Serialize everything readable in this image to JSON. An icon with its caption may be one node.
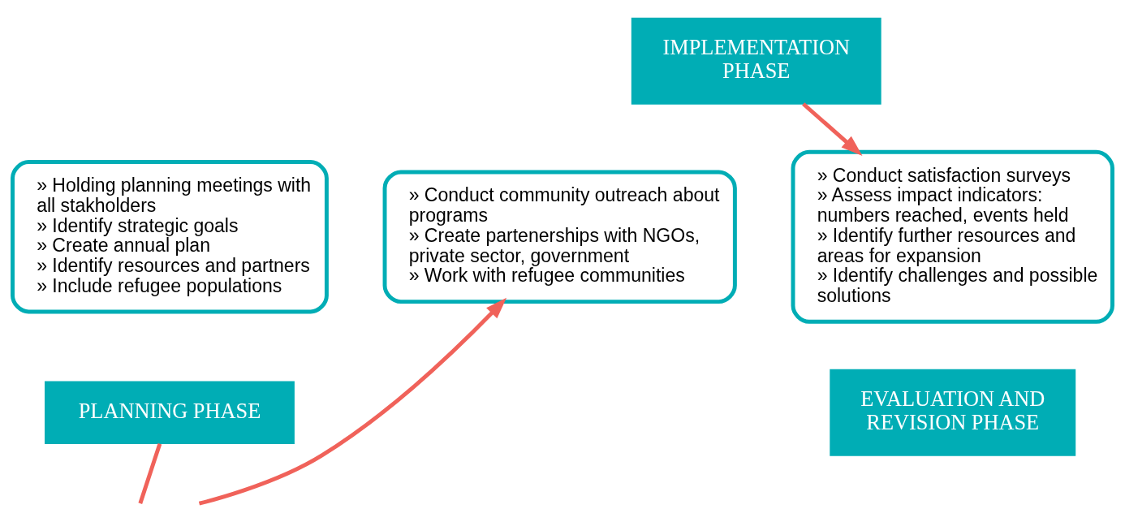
{
  "diagram": {
    "nodes": [
      {
        "text": [
          "» Holding planning meetings with all stakholders",
          "» Identify strategic goals",
          "» Create annual plan",
          "» Identify resources and partners",
          "» Include refugee populations"
        ]
      },
      {
        "text": [
          "PLANNING PHASE"
        ]
      },
      {
        "text": [
          "» Conduct community outreach about programs",
          "» Create partenerships with NGOs, private sector, government",
          "» Work with refugee communities"
        ]
      },
      {
        "text": [
          "IMPLEMENTATION PHASE"
        ]
      },
      {
        "text": [
          "» Conduct satisfaction surveys",
          "» Assess impact indicators: numbers reached, events held",
          "» Identify further resources and areas for expansion",
          "» Identify challenges and possible solutions"
        ]
      },
      {
        "text": [
          "EVALUATION AND REVISION PHASE"
        ]
      }
    ],
    "edges": [
      {
        "from": 1,
        "to": null,
        "arrow": "none"
      },
      {
        "from": null,
        "to": 2,
        "arrow": "to"
      },
      {
        "from": 3,
        "to": 4,
        "arrow": "to"
      }
    ]
  }
}
